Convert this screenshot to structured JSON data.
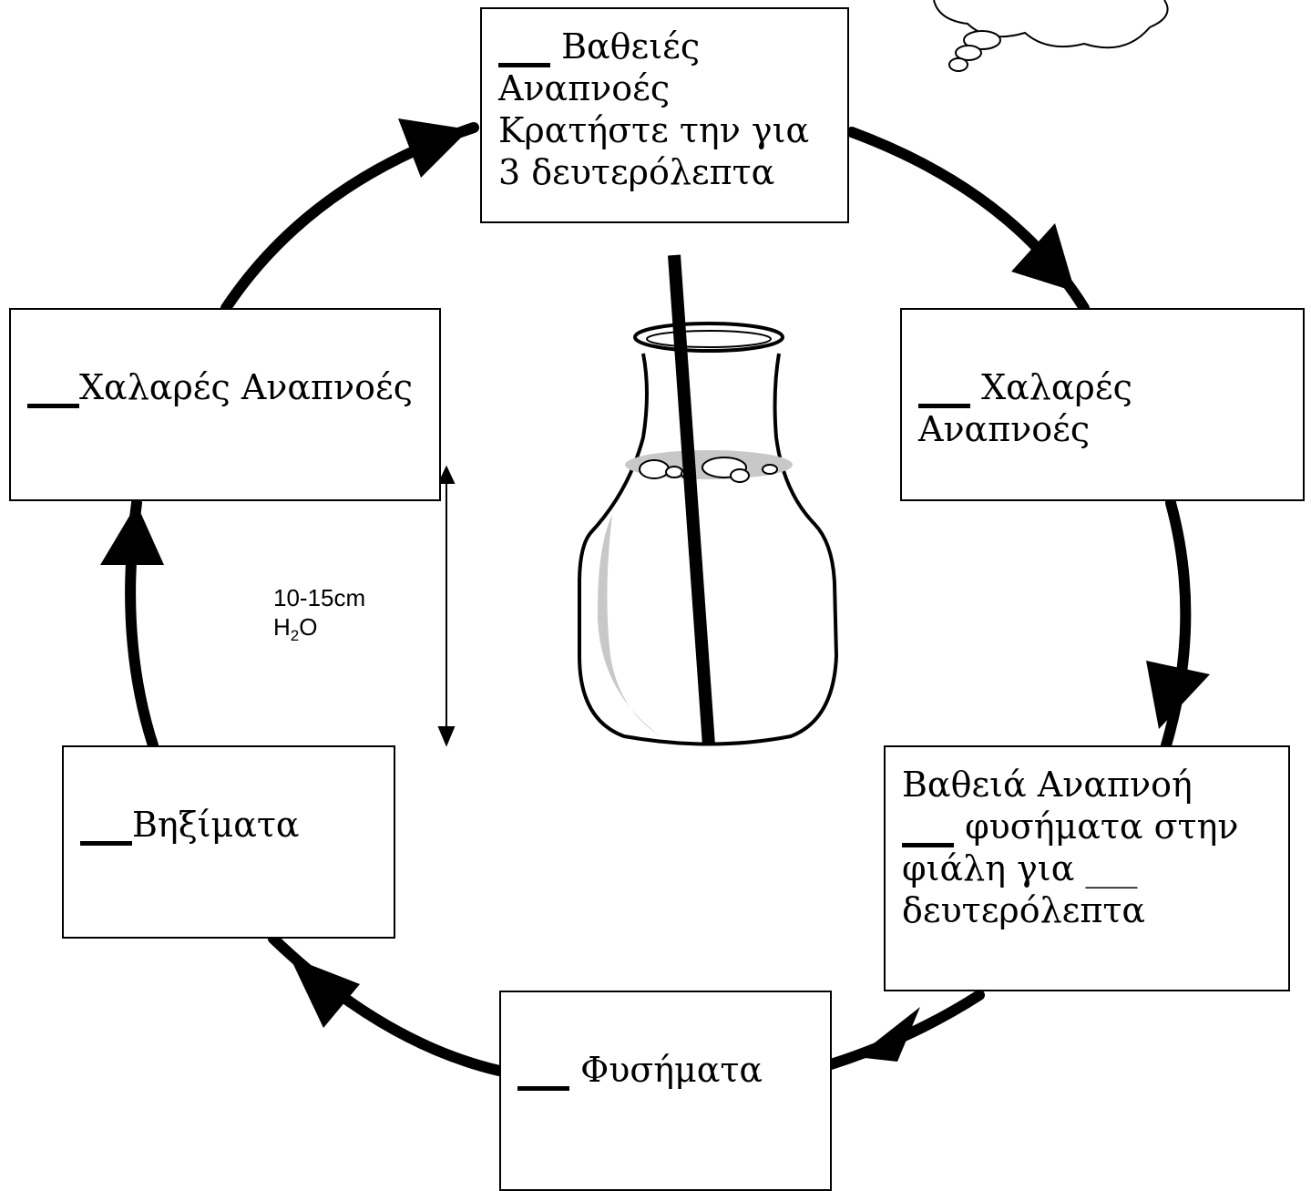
{
  "boxes": {
    "top": {
      "blank": "___",
      "text": " Βαθειές Αναπνοές  Κρατήστε την για 3 δευτερόλεπτα"
    },
    "right": {
      "blank": "___",
      "text": " Χαλαρές Αναπνοές"
    },
    "bottom_right": {
      "text": "Βαθειά Αναπνοή",
      "blank": "___",
      "text2": " φυσήματα στην φιάλη για ___ δευτερόλεπτα"
    },
    "bottom": {
      "blank": "___",
      "text": " Φυσήματα"
    },
    "bottom_left": {
      "blank": "___",
      "text": "Βηξίματα"
    },
    "left": {
      "blank": "___",
      "text": "Χαλαρές Αναπνοές"
    }
  },
  "measurement": {
    "value": "10-15cm",
    "unit_main": "H",
    "unit_sub": "2",
    "unit_end": "O"
  }
}
